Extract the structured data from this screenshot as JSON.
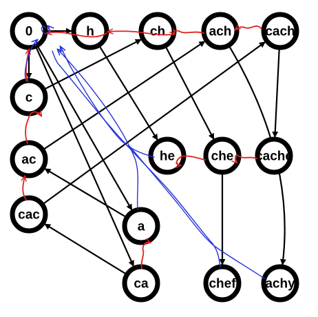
{
  "diagram": {
    "nodes": [
      {
        "id": "n0",
        "label": "0"
      },
      {
        "id": "h",
        "label": "h"
      },
      {
        "id": "ch",
        "label": "ch"
      },
      {
        "id": "ach",
        "label": "ach"
      },
      {
        "id": "cach",
        "label": "cach"
      },
      {
        "id": "c",
        "label": "c"
      },
      {
        "id": "ac",
        "label": "ac"
      },
      {
        "id": "cac",
        "label": "cac"
      },
      {
        "id": "a",
        "label": "a"
      },
      {
        "id": "ca",
        "label": "ca"
      },
      {
        "id": "he",
        "label": "he"
      },
      {
        "id": "che",
        "label": "che"
      },
      {
        "id": "cache",
        "label": "cache"
      },
      {
        "id": "chef",
        "label": "chef"
      },
      {
        "id": "achy",
        "label": "achy"
      }
    ],
    "edges": [
      {
        "from": "n0",
        "to": "h"
      },
      {
        "from": "n0",
        "to": "c"
      },
      {
        "from": "n0",
        "to": "a"
      },
      {
        "from": "n0",
        "to": "ca"
      },
      {
        "from": "c",
        "to": "ch"
      },
      {
        "from": "ac",
        "to": "ach"
      },
      {
        "from": "cac",
        "to": "cach"
      },
      {
        "from": "h",
        "to": "he"
      },
      {
        "from": "ch",
        "to": "che"
      },
      {
        "from": "cach",
        "to": "cache"
      },
      {
        "from": "che",
        "to": "chef"
      },
      {
        "from": "ach",
        "to": "achy"
      },
      {
        "from": "a",
        "to": "ac"
      },
      {
        "from": "ca",
        "to": "cac"
      }
    ],
    "suffix_links_color": "#e0201b",
    "other_links_color": "#2433d8"
  }
}
